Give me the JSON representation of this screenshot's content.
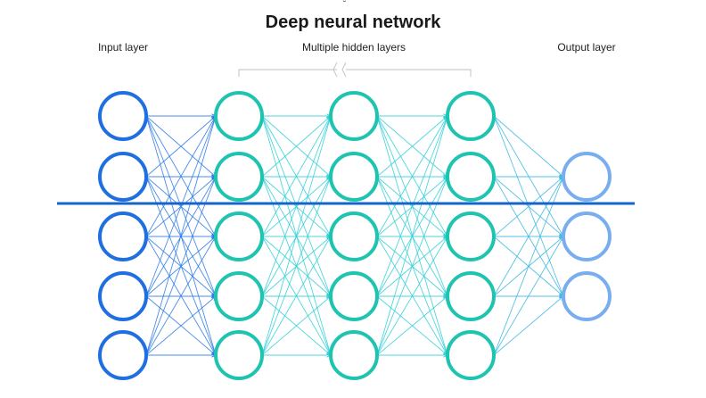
{
  "diagram": {
    "title": "Deep neural network",
    "labels": {
      "input": "Input layer",
      "hidden": "Multiple hidden layers",
      "output": "Output layer"
    },
    "top_mark": "˘",
    "layers": [
      {
        "name": "input",
        "nodes": 5,
        "color": "#1f6fe0"
      },
      {
        "name": "hidden-1",
        "nodes": 5,
        "color": "#1fc4b0"
      },
      {
        "name": "hidden-2",
        "nodes": 5,
        "color": "#1fc4b0"
      },
      {
        "name": "hidden-3",
        "nodes": 5,
        "color": "#1fc4b0"
      },
      {
        "name": "output",
        "nodes": 3,
        "color": "#78aef0"
      }
    ],
    "colors": {
      "input_edges": "#2a7ae8",
      "hidden_edges": "#30d0d8",
      "output_edges": "#3ab8e0",
      "divider": "#1565c8",
      "bracket": "#cccccc"
    }
  }
}
